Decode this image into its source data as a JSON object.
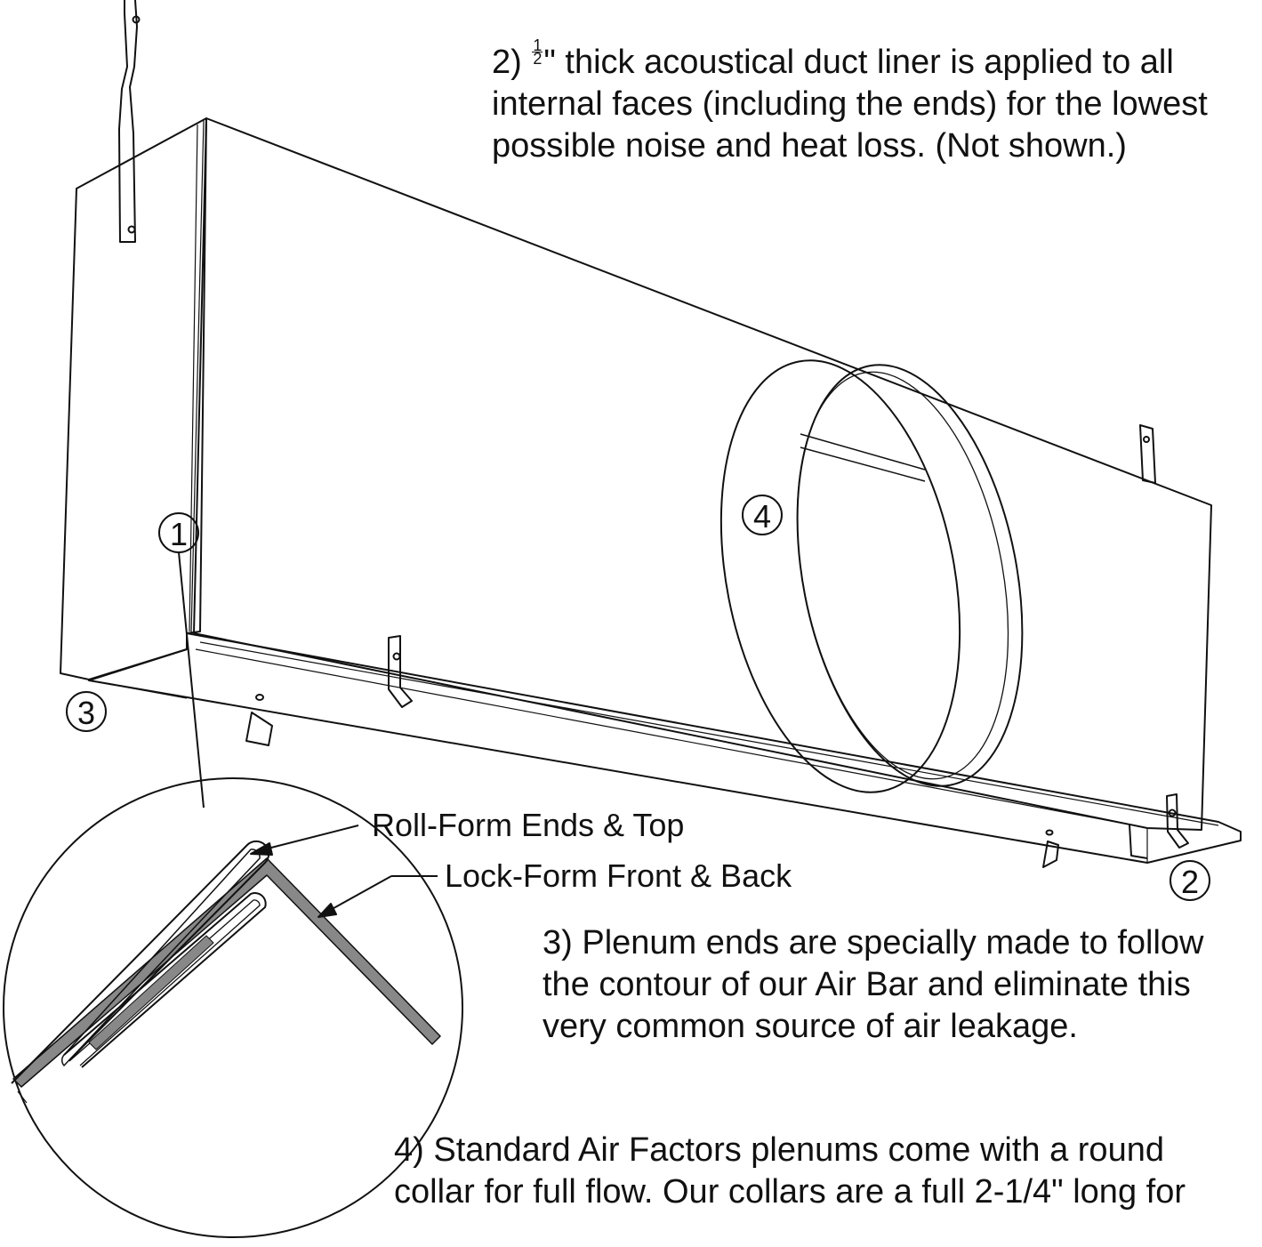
{
  "notes": {
    "note2": {
      "prefix": "2)",
      "frac_num": "1",
      "frac_den": "2",
      "line1": "\" thick acoustical duct liner is applied to all",
      "line2": "internal faces (including the ends) for the lowest",
      "line3": "possible noise and heat loss. (Not shown.)"
    },
    "note3": {
      "line1": "3)  Plenum ends are specially made to follow",
      "line2": "the contour of our Air Bar and eliminate this",
      "line3": "very common source of air leakage."
    },
    "note4": {
      "line1": "4) Standard Air Factors plenums come with a round",
      "line2": "collar for full flow. Our collars are a full 2-1/4\" long for"
    }
  },
  "callouts": {
    "c1": "1",
    "c2": "2",
    "c3": "3",
    "c4": "4"
  },
  "detail": {
    "roll_form_label": "Roll-Form Ends & Top",
    "lock_form_label": "Lock-Form Front & Back"
  }
}
